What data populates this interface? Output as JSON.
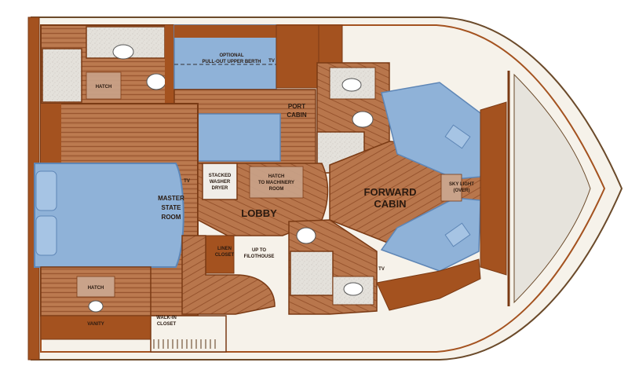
{
  "colors": {
    "hull_fill": "#f6f2ea",
    "hull_stroke": "#6b4a2a",
    "teak": "#b8764c",
    "teak_dark": "#8d4a26",
    "wood_wall": "#a4521f",
    "wood_wall_dark": "#7a3a14",
    "berth_blue": "#8fb2d8",
    "berth_blue_dark": "#5e86b6",
    "head_white": "#e9e7e2",
    "hatch": "#c9a38a",
    "deck_gray": "#e6e3dc"
  },
  "labels": {
    "optional_berth_line1": "OPTIONAL",
    "optional_berth_line2": "PULL-OUT UPPER BERTH",
    "tv_port": "TV",
    "hatch_aft_head": "HATCH",
    "port_cabin_line1": "PORT",
    "port_cabin_line2": "CABIN",
    "forward_cabin_line1": "FORWARD",
    "forward_cabin_line2": "CABIN",
    "skylight_line1": "SKY LIGHT",
    "skylight_line2": "(OVER)",
    "tv_master": "TV",
    "stacked_line1": "STACKED",
    "stacked_line2": "WASHER",
    "stacked_line3": "DRYER",
    "hatch_machinery_line1": "HATCH",
    "hatch_machinery_line2": "TO MACHINERY",
    "hatch_machinery_line3": "ROOM",
    "master_line1": "MASTER",
    "master_line2": "STATE",
    "master_line3": "ROOM",
    "lobby": "LOBBY",
    "linen_line1": "LINEN",
    "linen_line2": "CLOSET",
    "up_line1": "UP TO",
    "up_line2": "FILOTHOUSE",
    "tv_forward": "TV",
    "hatch_master": "HATCH",
    "vanity": "VANITY",
    "walkin_line1": "WALK-IN",
    "walkin_line2": "CLOSET"
  }
}
